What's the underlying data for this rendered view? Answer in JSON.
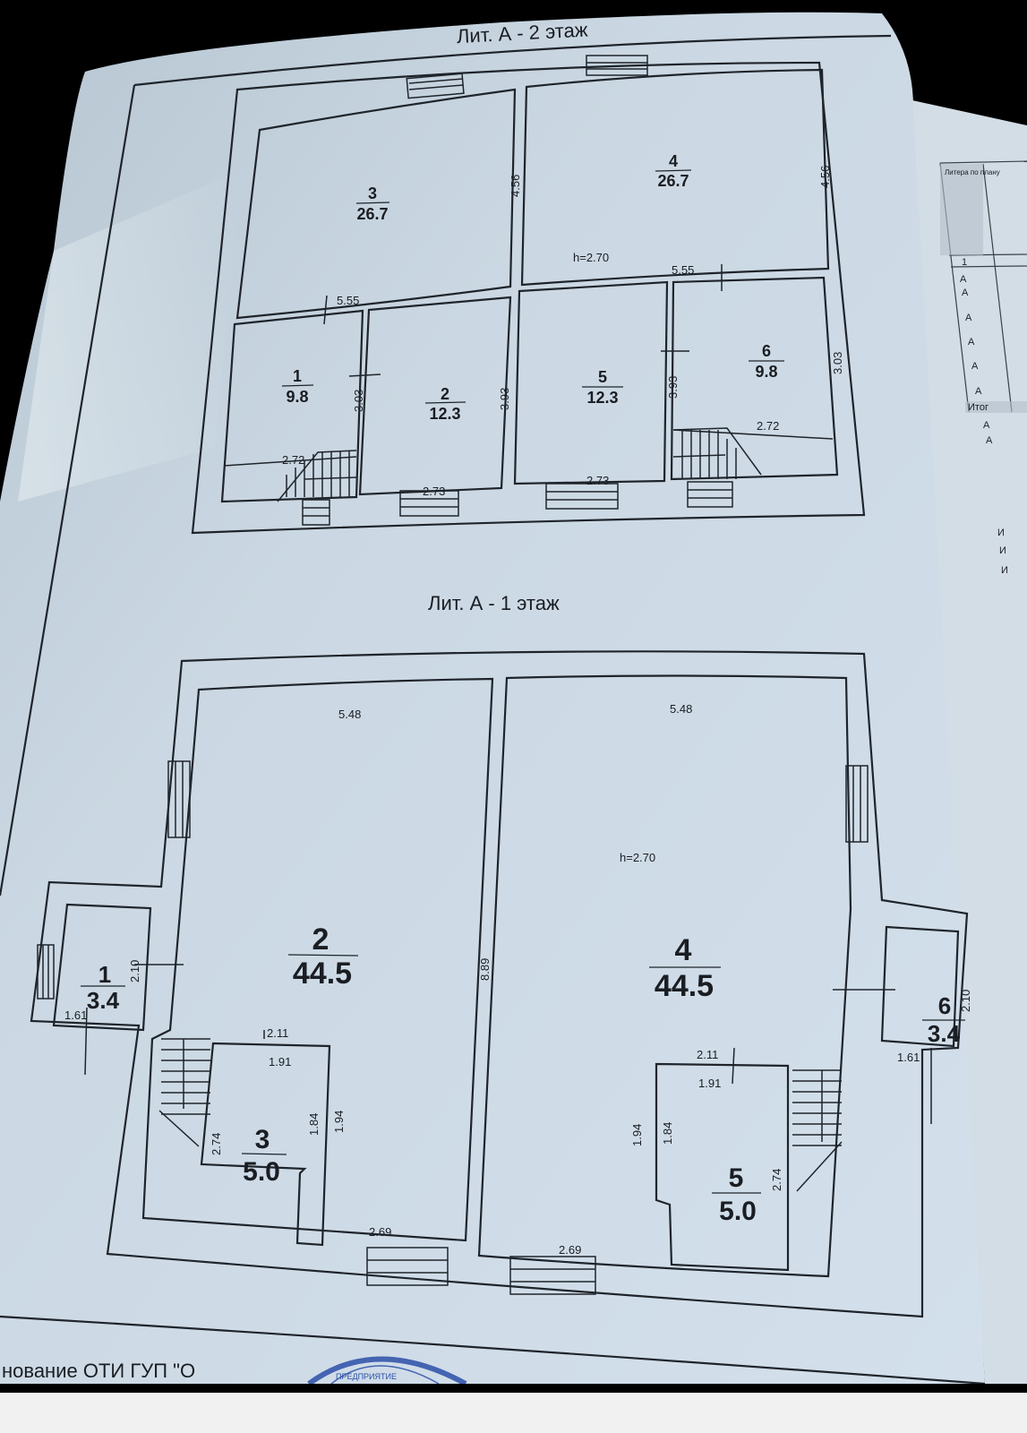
{
  "document": {
    "floor2": {
      "title": "Лит. А - 2 этаж",
      "height_label": "h=2.70",
      "rooms": [
        {
          "number": "1",
          "area": "9.8"
        },
        {
          "number": "2",
          "area": "12.3"
        },
        {
          "number": "3",
          "area": "26.7"
        },
        {
          "number": "4",
          "area": "26.7"
        },
        {
          "number": "5",
          "area": "12.3"
        },
        {
          "number": "6",
          "area": "9.8"
        }
      ],
      "dimensions": {
        "room3_height": "4.56",
        "room4_height": "4.56",
        "left_width": "5.55",
        "right_width": "5.55",
        "room1_height": "3.03",
        "room1_width": "2.72",
        "room2_height": "3.93",
        "room2_width": "2.73",
        "room5_height": "3.93",
        "room5_width": "2.73",
        "room6_height": "3.03",
        "room6_width": "2.72"
      }
    },
    "floor1": {
      "title": "Лит. А - 1 этаж",
      "height_label": "h=2.70",
      "rooms": [
        {
          "number": "1",
          "area": "3.4"
        },
        {
          "number": "2",
          "area": "44.5"
        },
        {
          "number": "3",
          "area": "5.0"
        },
        {
          "number": "4",
          "area": "44.5"
        },
        {
          "number": "5",
          "area": "5.0"
        },
        {
          "number": "6",
          "area": "3.4"
        }
      ],
      "dimensions": {
        "left_top_width": "5.48",
        "right_top_width": "5.48",
        "left_length": "8.89",
        "room1_height": "2.10",
        "room1_width": "1.61",
        "room3_outer_width": "2.11",
        "room3_inner_width": "1.91",
        "room3_inner_height": "1.84",
        "room3_outer_height": "1.94",
        "room3_side": "2.74",
        "left_bottom_width": "2.69",
        "room5_outer_width": "2.11",
        "room5_inner_width": "1.91",
        "room5_outer_height": "1.94",
        "room5_inner_height": "1.84",
        "room5_side": "2.74",
        "right_bottom_width": "2.69",
        "room6_height": "2.10",
        "room6_width": "1.61"
      }
    },
    "side_table": {
      "header": "Литера по плану",
      "column_index": "1",
      "rows": [
        "А",
        "А",
        "А",
        "А",
        "А",
        "А"
      ],
      "total_label": "Итог",
      "rows_after_total": [
        "А",
        "А"
      ],
      "footer_labels": [
        "И",
        "И",
        "И"
      ]
    },
    "footer_text": "нование ОТИ  ГУП \"О",
    "stamp_text": "ПРЕДПРИЯТИЕ"
  },
  "colors": {
    "paper": "#c9d6e2",
    "paper_light": "#d7e2ec",
    "ink": "#1f242b",
    "stamp": "#2b4fa8",
    "background": "#000000",
    "bottom_bar": "#f1f1f1"
  }
}
